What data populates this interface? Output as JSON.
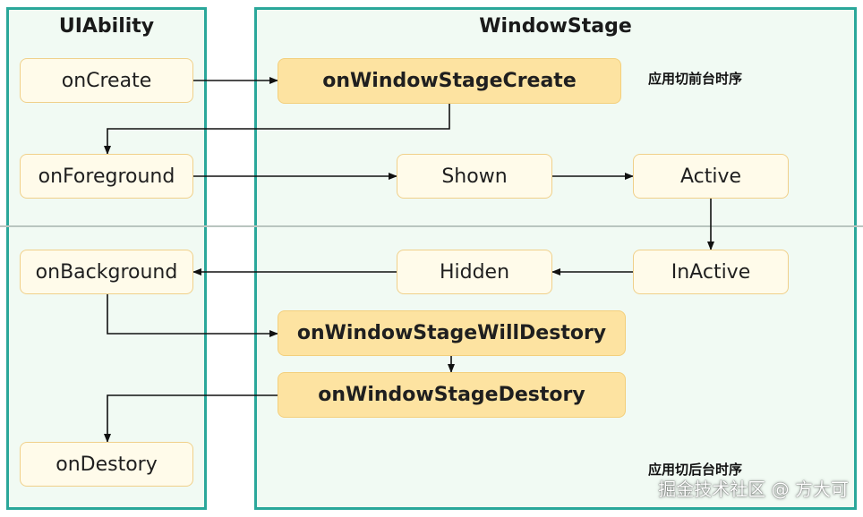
{
  "panels": {
    "uiability_title": "UIAbility",
    "windowstage_title": "WindowStage"
  },
  "nodes": {
    "on_create": "onCreate",
    "on_foreground": "onForeground",
    "on_background": "onBackground",
    "on_destory": "onDestory",
    "on_window_stage_create": "onWindowStageCreate",
    "shown": "Shown",
    "active": "Active",
    "inactive": "InActive",
    "hidden": "Hidden",
    "on_window_stage_will_destory": "onWindowStageWillDestory",
    "on_window_stage_destory": "onWindowStageDestory"
  },
  "notes": {
    "foreground_sequence": "应用切前台时序",
    "background_sequence": "应用切后台时序"
  },
  "watermark": "掘金技术社区 @ 方大可",
  "colors": {
    "panel_border": "#2aa79a",
    "panel_fill": "#f1faf3",
    "node_fill": "#fffbea",
    "node_strong_fill": "#fde3a1",
    "node_border": "#f0d08a"
  }
}
